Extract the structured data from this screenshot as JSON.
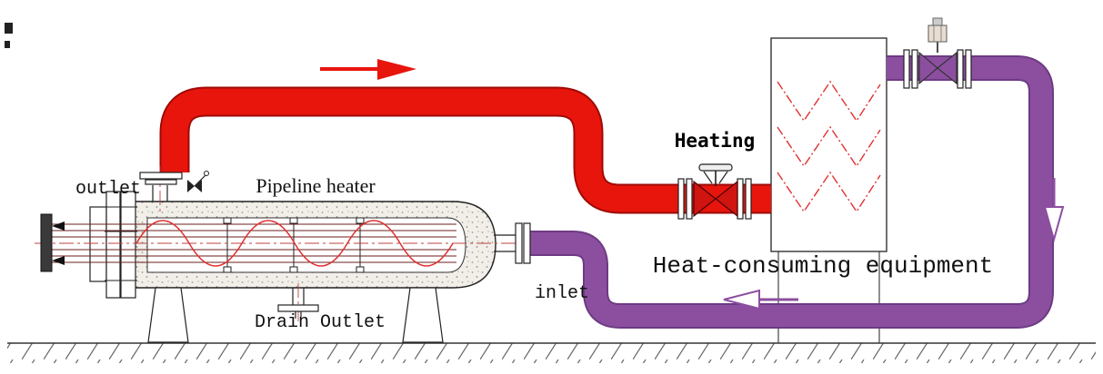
{
  "diagram": {
    "labels": {
      "outlet": "outlet",
      "pipeline_heater": "Pipeline heater",
      "drain_outlet": "Drain Outlet",
      "inlet": "inlet",
      "heating": "Heating",
      "heat_consuming_equipment": "Heat-consuming equipment"
    },
    "colors": {
      "supply_pipe": "#e8150d",
      "supply_pipe_dark": "#9e0a05",
      "return_pipe": "#8c4fa0",
      "return_pipe_dark": "#6d3a82",
      "coil_red": "#e03030",
      "valve_red": "#d01410",
      "heater_tube": "#6b1f1f",
      "centerline_red": "#c04040",
      "outline": "#1a1a1a"
    }
  }
}
